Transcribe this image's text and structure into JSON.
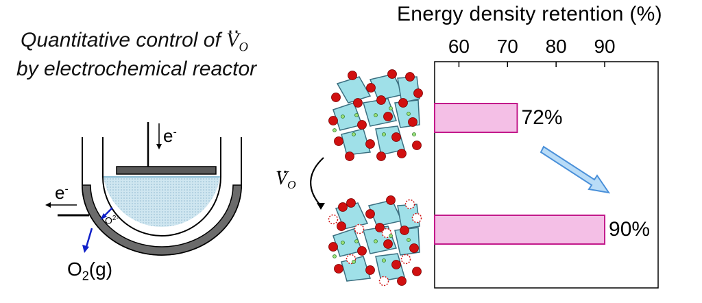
{
  "left": {
    "title_line1": "Quantitative control of ",
    "title_line2": "by electrochemical reactor",
    "vo_symbol": "V",
    "vo_subscript": "O",
    "electron_label": "e",
    "electron_sup": "-",
    "electron_label2": "e",
    "electron_sup2": "-",
    "oxide_ion": "O",
    "oxide_ion_sup": "2-",
    "gas_product": "O",
    "gas_subscript": "2",
    "gas_state": "(g)"
  },
  "middle": {
    "vo_symbol": "V",
    "vo_subscript": "O"
  },
  "chart_data": {
    "type": "bar",
    "orientation": "horizontal",
    "title": "Energy density retention (%)",
    "xticks": [
      60,
      70,
      80,
      90
    ],
    "xlim": [
      55,
      101
    ],
    "values": [
      72,
      90
    ],
    "value_labels": [
      "72%",
      "90%"
    ],
    "bar_color": "#f4bfe6",
    "bar_edge": "#c2198a",
    "arrow_color": "#b9dcf7"
  }
}
